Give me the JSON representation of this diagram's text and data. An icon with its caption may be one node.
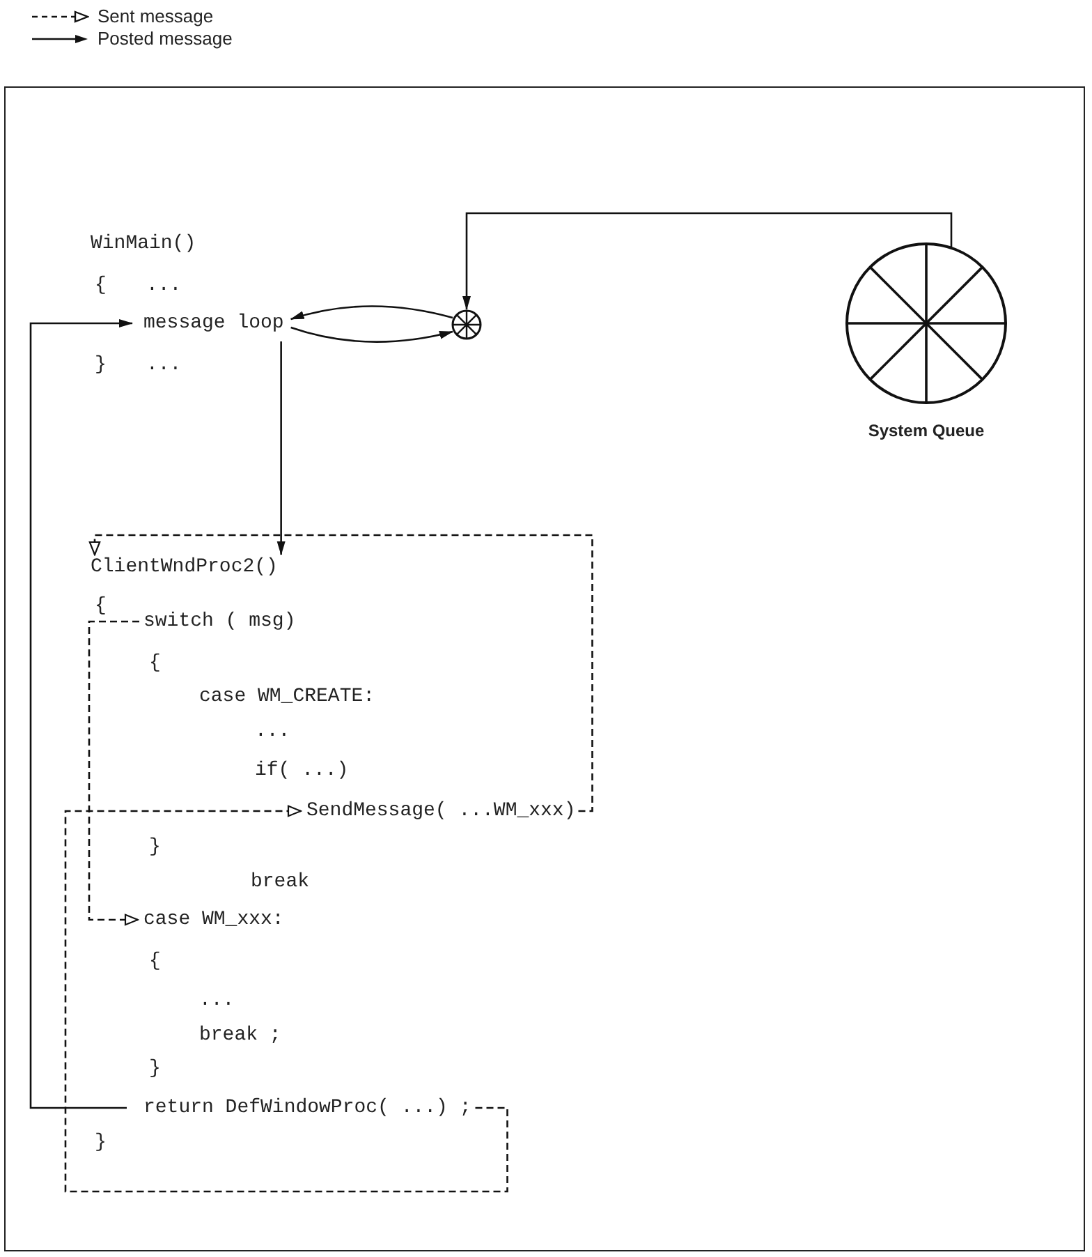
{
  "diagram": {
    "nodes": [
      {
        "text": [
          "message loop"
        ]
      },
      {
        "text": [],
        "shape": "circle"
      },
      {
        "text": [],
        "shape": "circle",
        "beside": [
          "System Queue"
        ]
      },
      {
        "text": [
          "ClientWndProc2()"
        ]
      },
      {
        "text": [
          "switch ( msg)"
        ]
      },
      {
        "text": [
          "SendMessage( ...WM_xxx)"
        ]
      },
      {
        "text": [
          "case WM_xxx:"
        ]
      },
      {
        "text": [
          "return DefWindowProc( ...) ;"
        ]
      }
    ],
    "edges": [
      {
        "from": 1,
        "to": 0,
        "arrow": "to"
      },
      {
        "from": 0,
        "to": 1,
        "arrow": "to"
      },
      {
        "from": 2,
        "to": 1,
        "arrow": "to"
      },
      {
        "from": 0,
        "to": 3,
        "arrow": "to"
      },
      {
        "from": 5,
        "to": 3,
        "arrow": "to",
        "style": "dashed"
      },
      {
        "from": 4,
        "to": 6,
        "arrow": "to",
        "style": "dashed"
      },
      {
        "from": 7,
        "to": 5,
        "arrow": "to",
        "style": "dashed"
      },
      {
        "from": 7,
        "to": 0,
        "arrow": "to"
      }
    ],
    "labels": [
      "WinMain()",
      "{",
      "...",
      "}",
      "...",
      "{",
      "{",
      "case WM_CREATE:",
      "...",
      "if( ...)",
      "}",
      "break",
      "{",
      "...",
      "break ;",
      "}",
      "}"
    ],
    "legend": [
      {
        "text": "Sent message"
      },
      {
        "text": "Posted message"
      }
    ]
  }
}
